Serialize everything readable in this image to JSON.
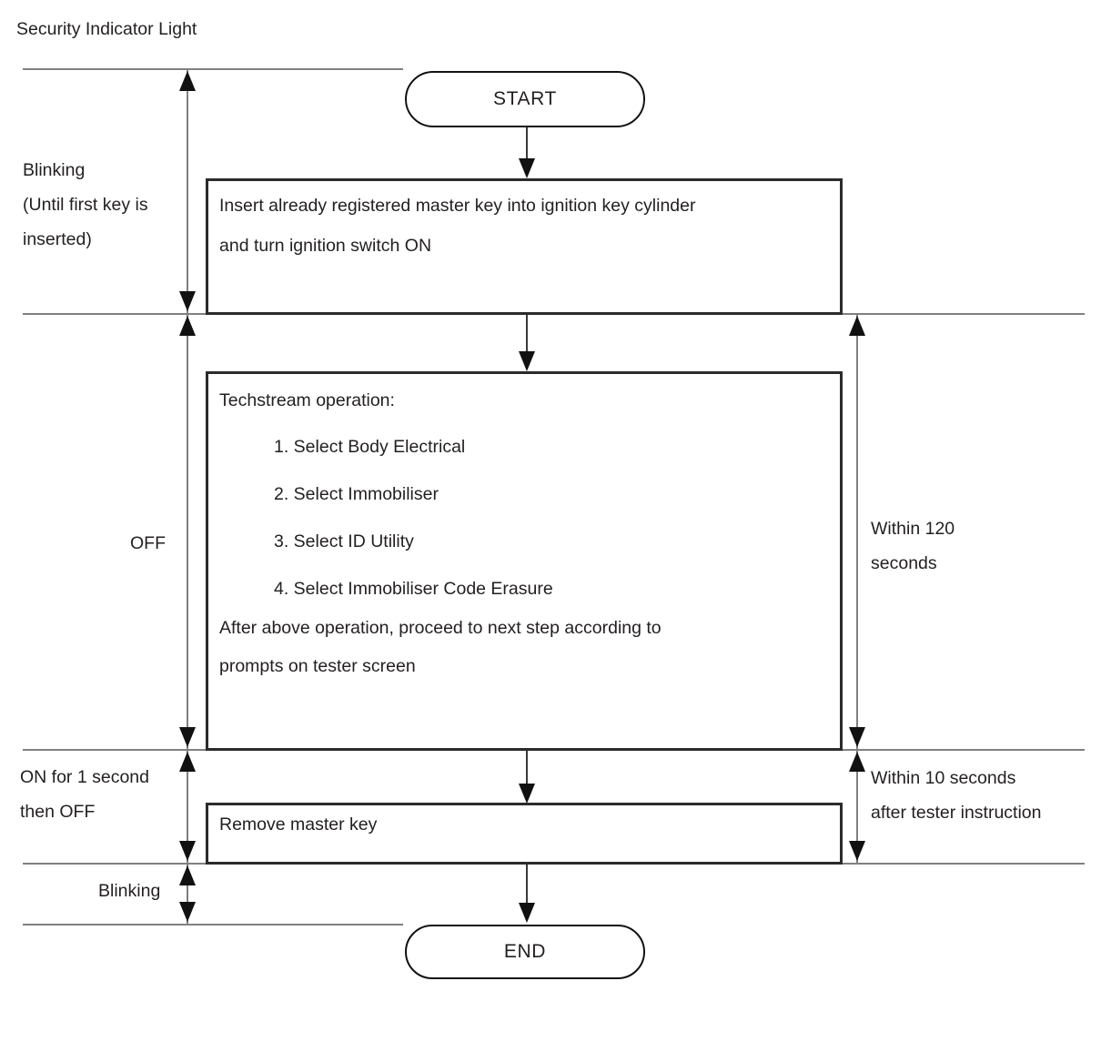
{
  "diagram": {
    "title": "Security Indicator Light",
    "type": "flowchart",
    "terminals": {
      "start": "START",
      "end": "END"
    },
    "process_boxes": [
      {
        "id": "insert-key",
        "lines": [
          "Insert already registered master key into ignition key cylinder",
          "and turn ignition switch ON"
        ]
      },
      {
        "id": "techstream-operation",
        "heading": "Techstream operation:",
        "steps": [
          "1. Select Body Electrical",
          "2. Select Immobiliser",
          "3. Select ID Utility",
          "4. Select Immobiliser Code Erasure"
        ],
        "footer_lines": [
          "After above operation, proceed to next step according to",
          "prompts on tester screen"
        ]
      },
      {
        "id": "remove-key",
        "lines": [
          "Remove master key"
        ]
      }
    ],
    "left_annotations": [
      {
        "id": "blinking-first-key",
        "lines": [
          "Blinking",
          "(Until first key is",
          "inserted)"
        ]
      },
      {
        "id": "off",
        "lines": [
          "OFF"
        ]
      },
      {
        "id": "on-1-second",
        "lines": [
          "ON for 1 second",
          "then OFF"
        ]
      },
      {
        "id": "blinking-end",
        "lines": [
          "Blinking"
        ]
      }
    ],
    "right_annotations": [
      {
        "id": "within-120-seconds",
        "lines": [
          "Within 120",
          "seconds"
        ]
      },
      {
        "id": "within-10-seconds",
        "lines": [
          "Within 10 seconds",
          "after tester instruction"
        ]
      }
    ],
    "colors": {
      "text": "#231f20",
      "box_border": "#2b2b2b",
      "rule": "#808080",
      "arrow": "#111111",
      "background": "#ffffff"
    }
  }
}
